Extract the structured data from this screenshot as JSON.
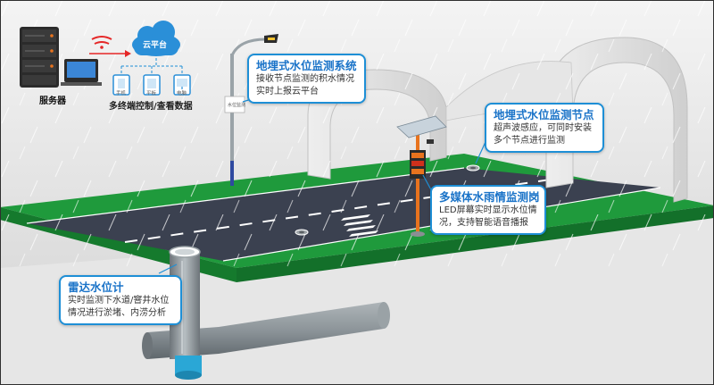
{
  "server": {
    "label": "服务器"
  },
  "cloud": {
    "label": "云平台"
  },
  "terminals": {
    "items": [
      {
        "label": "手机",
        "icon": "phone-icon"
      },
      {
        "label": "平板",
        "icon": "tablet-icon"
      },
      {
        "label": "电脑",
        "icon": "monitor-icon"
      }
    ],
    "caption": "多终端控制/查看数据"
  },
  "pole_box": {
    "label": "水位监测"
  },
  "callouts": {
    "system": {
      "title": "地埋式水位监测系统",
      "desc": "接收节点监测的积水情况\n实时上报云平台"
    },
    "node": {
      "title": "地埋式水位监测节点",
      "desc": "超声波感应，可同时安装\n多个节点进行监测"
    },
    "multimedia": {
      "title": "多媒体水雨情监测岗",
      "desc": "LED屏幕实时显示水位情\n况，支持智能语音播报"
    },
    "radar": {
      "title": "雷达水位计",
      "desc": "实时监测下水道/窨井水位\n情况进行淤堵、内涝分析"
    }
  },
  "colors": {
    "accent": "#1e8fd6",
    "grass": "#1f9a3c",
    "road": "#3b4150",
    "ground": "#e3e3e3",
    "tunnel": "#dcdcdc",
    "pipe": "#8c9499",
    "water": "#2aa7d6",
    "pole_orange": "#e8731e"
  }
}
